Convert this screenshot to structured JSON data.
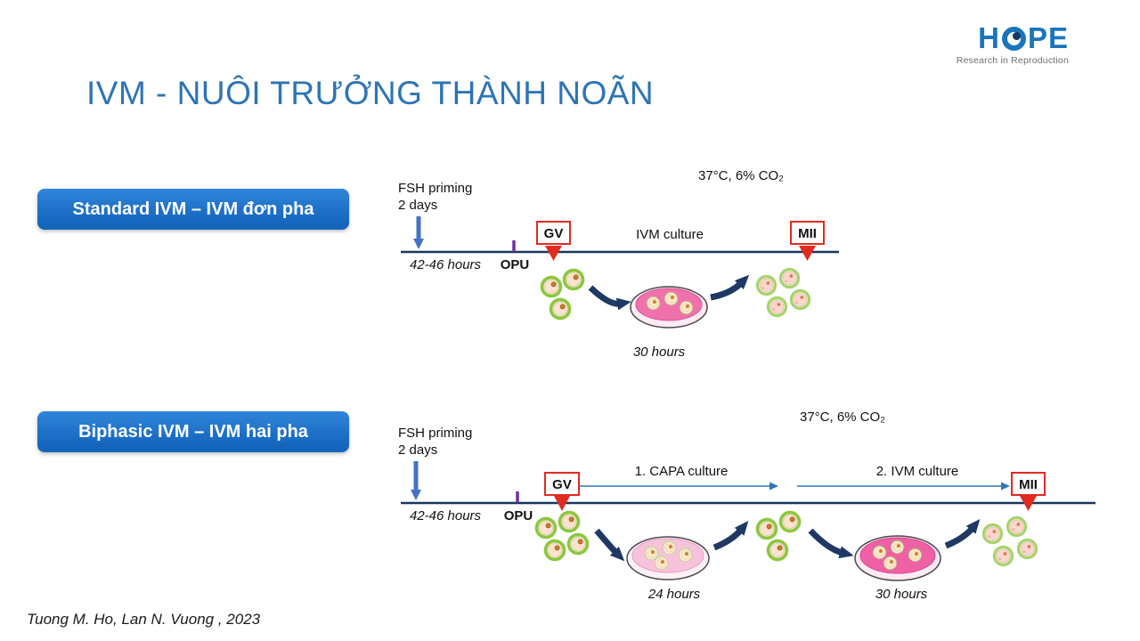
{
  "slide": {
    "title": "IVM - NUÔI TRƯỞNG THÀNH NOÃN",
    "citation": "Tuong M. Ho, Lan N. Vuong , 2023"
  },
  "logo": {
    "part1": "H",
    "part2": "PE",
    "tagline": "Research in Reproduction"
  },
  "standard": {
    "label": "Standard IVM – IVM đơn pha",
    "fsh_line1": "FSH priming",
    "fsh_line2": "2 days",
    "temperature": "37°C, 6% CO₂",
    "pre_timeline": "42-46 hours",
    "opu": "OPU",
    "gv": "GV",
    "phase": "IVM culture",
    "mii": "MII",
    "duration": "30 hours"
  },
  "biphasic": {
    "label": "Biphasic IVM – IVM hai pha",
    "fsh_line1": "FSH priming",
    "fsh_line2": "2 days",
    "temperature": "37°C, 6% CO₂",
    "pre_timeline": "42-46 hours",
    "opu": "OPU",
    "gv": "GV",
    "phase1": "1. CAPA culture",
    "phase2": "2. IVM culture",
    "mii": "MII",
    "phase1_duration": "24 hours",
    "phase2_duration": "30 hours"
  },
  "colors": {
    "title_blue": "#2e74b5",
    "label_box_blue": "#1565bd",
    "logo_blue": "#1b75bc",
    "marker_red": "#e02b20",
    "opu_purple": "#7030a0",
    "navy_arrow": "#1f3864",
    "fsh_arrow_blue": "#4472c4",
    "phase_arrow_blue": "#2e75b6",
    "dish_pink": "#f172ab",
    "dish_light_pink": "#f7c3dc",
    "cumulus_green": "#8dc63f"
  }
}
